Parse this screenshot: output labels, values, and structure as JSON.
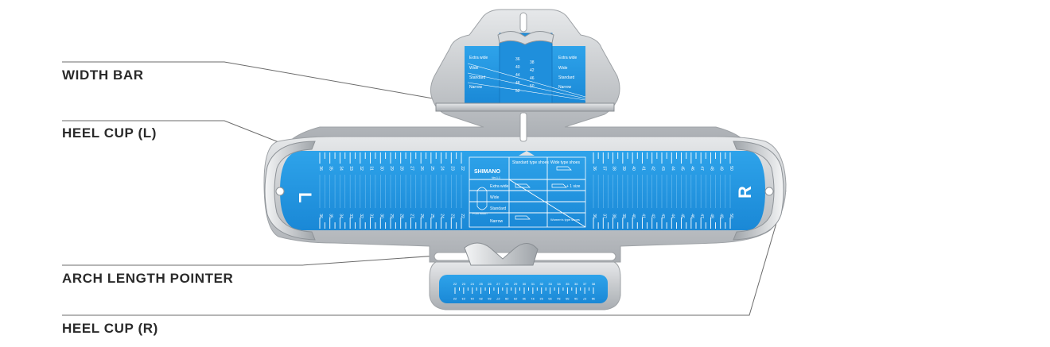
{
  "callouts": [
    {
      "id": "width-bar",
      "label": "WIDTH BAR"
    },
    {
      "id": "heel-cup-l",
      "label": "HEEL CUP (L)"
    },
    {
      "id": "arch-length-pointer",
      "label": "ARCH LENGTH POINTER"
    },
    {
      "id": "heel-cup-r",
      "label": "HEEL CUP (R)"
    }
  ],
  "device": {
    "brand": "SHIMANO",
    "left_side_letter": "L",
    "right_side_letter": "R",
    "width_scale_labels": [
      "Extra wide",
      "Wide",
      "Standard",
      "Narrow"
    ],
    "width_scale_numbers_left": [
      "36",
      "40",
      "44",
      "48",
      "52"
    ],
    "width_scale_numbers_right": [
      "38",
      "42",
      "46",
      "50"
    ],
    "chart_headers": [
      "Standard type shoes",
      "Wide type shoes"
    ],
    "chart_rows": [
      "Extra wide",
      "Wide",
      "Standard",
      "Narrow"
    ],
    "chart_side_label": "Foot width",
    "chart_note": "+ 1 size",
    "chart_footer": "Women's type shoes",
    "version": "Ver.1.1",
    "left_scale_start": 22,
    "left_scale_end": 36,
    "right_scale_start": 36,
    "right_scale_end": 50,
    "arch_scale_start": 22,
    "arch_scale_end": 38
  },
  "colors": {
    "blue": "#2196e0",
    "blue_dark": "#1478c2",
    "metal": "#c9ccd0",
    "leader": "#6b6b6b",
    "label": "#2a2a2a"
  }
}
